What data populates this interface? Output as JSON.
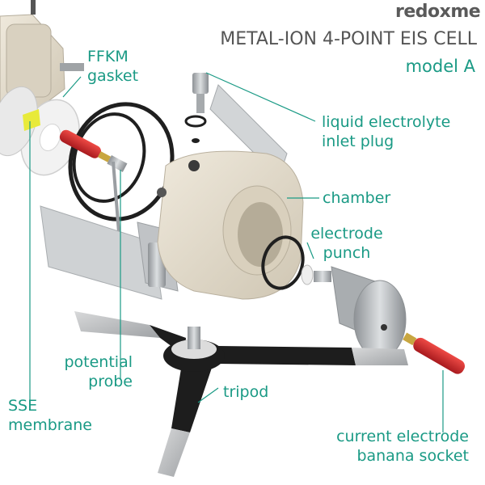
{
  "brand": {
    "prefix": "redox",
    "accent": "",
    "suffix": "me"
  },
  "title": "METAL-ION 4-POINT EIS CELL",
  "model": "model A",
  "labels": {
    "ffkm_1": "FFKM",
    "ffkm_2": "gasket",
    "inlet_1": "liquid electrolyte",
    "inlet_2": "inlet plug",
    "chamber": "chamber",
    "punch_1": "electrode",
    "punch_2": "punch",
    "probe_1": "potential",
    "probe_2": "probe",
    "tripod": "tripod",
    "sse_1": "SSE",
    "sse_2": "membrane",
    "socket_1": "current electrode",
    "socket_2": "banana socket"
  },
  "colors": {
    "accent": "#1a9a85",
    "text_gray": "#555555",
    "ceramic": "#e3dccd",
    "steel": "#b9bcbf",
    "banana_red": "#d5262a",
    "tripod_black": "#1d1d1d",
    "membrane_yellow": "#e8ea3a"
  }
}
